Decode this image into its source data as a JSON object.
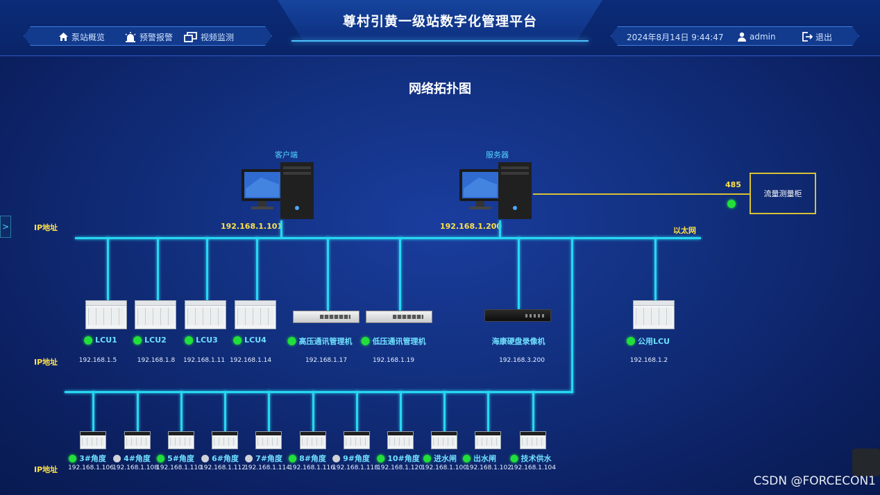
{
  "header": {
    "app_title": "尊村引黄一级站数字化管理平台",
    "nav": [
      {
        "label": "泵站概览",
        "icon": "home-icon"
      },
      {
        "label": "预警报警",
        "icon": "alarm-icon"
      },
      {
        "label": "视频监测",
        "icon": "video-icon"
      }
    ],
    "datetime": "2024年8月14日 9:44:47",
    "user": "admin",
    "logout_label": "退出"
  },
  "page_title": "网络拓扑图",
  "labels": {
    "ip_address": "IP地址",
    "ethernet": "以太网",
    "rs485": "485"
  },
  "top_nodes": {
    "client": {
      "name": "客户端",
      "ip": "192.168.1.101"
    },
    "server": {
      "name": "服务器",
      "ip": "192.168.1.200"
    },
    "flow_meter": {
      "name": "流量测量柜"
    }
  },
  "row1_devices": [
    {
      "name": "LCU1",
      "ip": "192.168.1.5",
      "status": "online"
    },
    {
      "name": "LCU2",
      "ip": "192.168.1.8",
      "status": "online"
    },
    {
      "name": "LCU3",
      "ip": "192.168.1.11",
      "status": "online"
    },
    {
      "name": "LCU4",
      "ip": "192.168.1.14",
      "status": "online"
    },
    {
      "name": "高压通讯管理机",
      "ip": "192.168.1.17",
      "status": "online"
    },
    {
      "name": "低压通讯管理机",
      "ip": "192.168.1.19",
      "status": "online"
    },
    {
      "name": "海康硬盘录像机",
      "ip": "192.168.3.200",
      "status": "none"
    },
    {
      "name": "公用LCU",
      "ip": "192.168.1.2",
      "status": "online"
    }
  ],
  "row2_devices": [
    {
      "name": "3#角度",
      "ip": "192.168.1.106",
      "status": "online"
    },
    {
      "name": "4#角度",
      "ip": "192.168.1.108",
      "status": "offline"
    },
    {
      "name": "5#角度",
      "ip": "192.168.1.110",
      "status": "online"
    },
    {
      "name": "6#角度",
      "ip": "192.168.1.112",
      "status": "offline"
    },
    {
      "name": "7#角度",
      "ip": "192.168.1.114",
      "status": "offline"
    },
    {
      "name": "8#角度",
      "ip": "192.168.1.116",
      "status": "online"
    },
    {
      "name": "9#角度",
      "ip": "192.168.1.118",
      "status": "offline"
    },
    {
      "name": "10#角度",
      "ip": "192.168.1.120",
      "status": "online"
    },
    {
      "name": "进水闸",
      "ip": "192.168.1.100",
      "status": "online"
    },
    {
      "name": "出水闸",
      "ip": "192.168.1.102",
      "status": "online"
    },
    {
      "name": "技术供水",
      "ip": "192.168.1.104",
      "status": "online"
    }
  ],
  "watermark": "CSDN @FORCECON1",
  "colors": {
    "bus": "#28d7f2",
    "online": "#22e03a",
    "offline": "#cfd2d6",
    "ip_label": "#ffe24a",
    "device_label": "#6fe0ff"
  }
}
